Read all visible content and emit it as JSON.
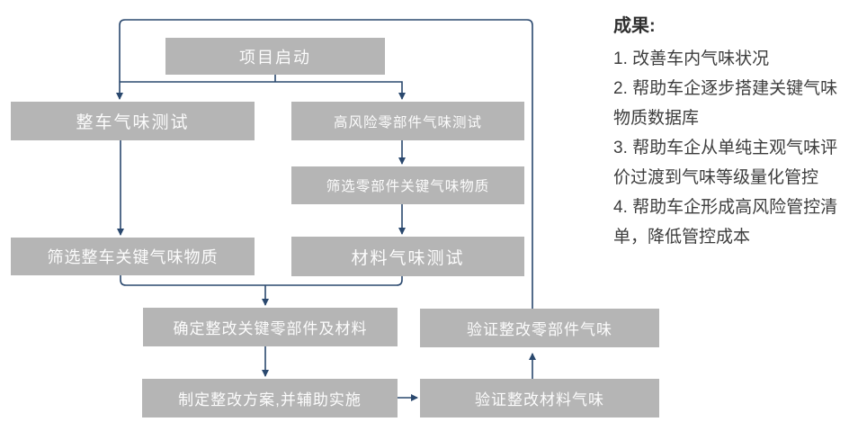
{
  "flowchart": {
    "nodes": [
      {
        "id": "start",
        "label": "项目启动"
      },
      {
        "id": "vehicle-test",
        "label": "整车气味测试"
      },
      {
        "id": "part-test",
        "label": "高风险零部件气味测试"
      },
      {
        "id": "part-screen",
        "label": "筛选零部件关键气味物质"
      },
      {
        "id": "vehicle-screen",
        "label": "筛选整车关键气味物质"
      },
      {
        "id": "material-test",
        "label": "材料气味测试"
      },
      {
        "id": "determine",
        "label": "确定整改关键零部件及材料"
      },
      {
        "id": "verify-part",
        "label": "验证整改零部件气味"
      },
      {
        "id": "plan",
        "label": "制定整改方案,并辅助实施"
      },
      {
        "id": "verify-material",
        "label": "验证整改材料气味"
      }
    ],
    "edges": [
      "start → vehicle-test",
      "start → part-test",
      "part-test → part-screen",
      "part-screen → material-test",
      "vehicle-test → vehicle-screen",
      "vehicle-screen + material-test → determine",
      "determine → plan",
      "plan → verify-material",
      "verify-material → verify-part",
      "verify-part → vehicle-test (feedback loop)"
    ]
  },
  "results_panel": {
    "heading": "成果:",
    "items": [
      "1. 改善车内气味状况",
      "2. 帮助车企逐步搭建关键气味物质数据库",
      "3. 帮助车企从单纯主观气味评价过渡到气味等级量化管控",
      "4. 帮助车企形成高风险管控清单，降低管控成本"
    ]
  },
  "colors": {
    "node_fill": "#b5b5b5",
    "node_text": "#fcfcfc",
    "connector": "#2a486e",
    "panel_heading": "#2e2e2e",
    "panel_text": "#3d3d3d",
    "bg": "#ffffff"
  }
}
